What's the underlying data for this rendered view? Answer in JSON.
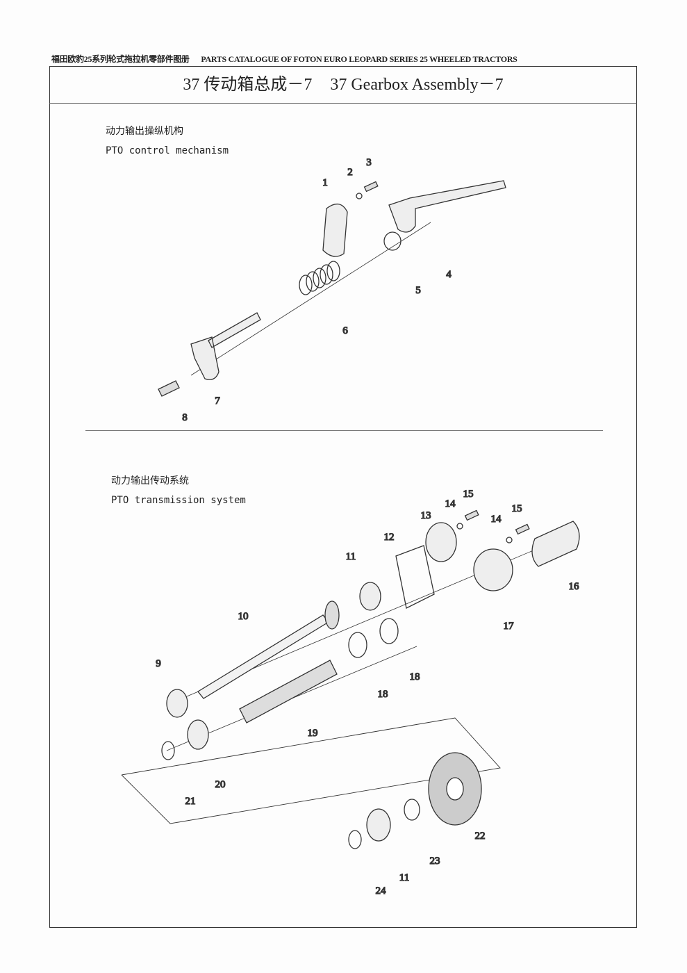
{
  "header": {
    "chinese": "福田欧豹25系列轮式拖拉机零部件图册",
    "english": "PARTS CATALOGUE OF FOTON EURO LEOPARD SERIES 25 WHEELED TRACTORS"
  },
  "title": {
    "chinese": "37 传动箱总成－7",
    "english": "37 Gearbox Assembly－7"
  },
  "sections": [
    {
      "title_cn": "动力输出操纵机构",
      "title_en": "PTO control mechanism",
      "callouts": [
        "1",
        "2",
        "3",
        "4",
        "5",
        "6",
        "7",
        "8"
      ]
    },
    {
      "title_cn": "动力输出传动系统",
      "title_en": "PTO transmission system",
      "callouts": [
        "9",
        "10",
        "11",
        "12",
        "13",
        "14",
        "15",
        "14",
        "15",
        "16",
        "17",
        "18",
        "18",
        "19",
        "20",
        "21",
        "22",
        "23",
        "24",
        "11"
      ]
    }
  ]
}
